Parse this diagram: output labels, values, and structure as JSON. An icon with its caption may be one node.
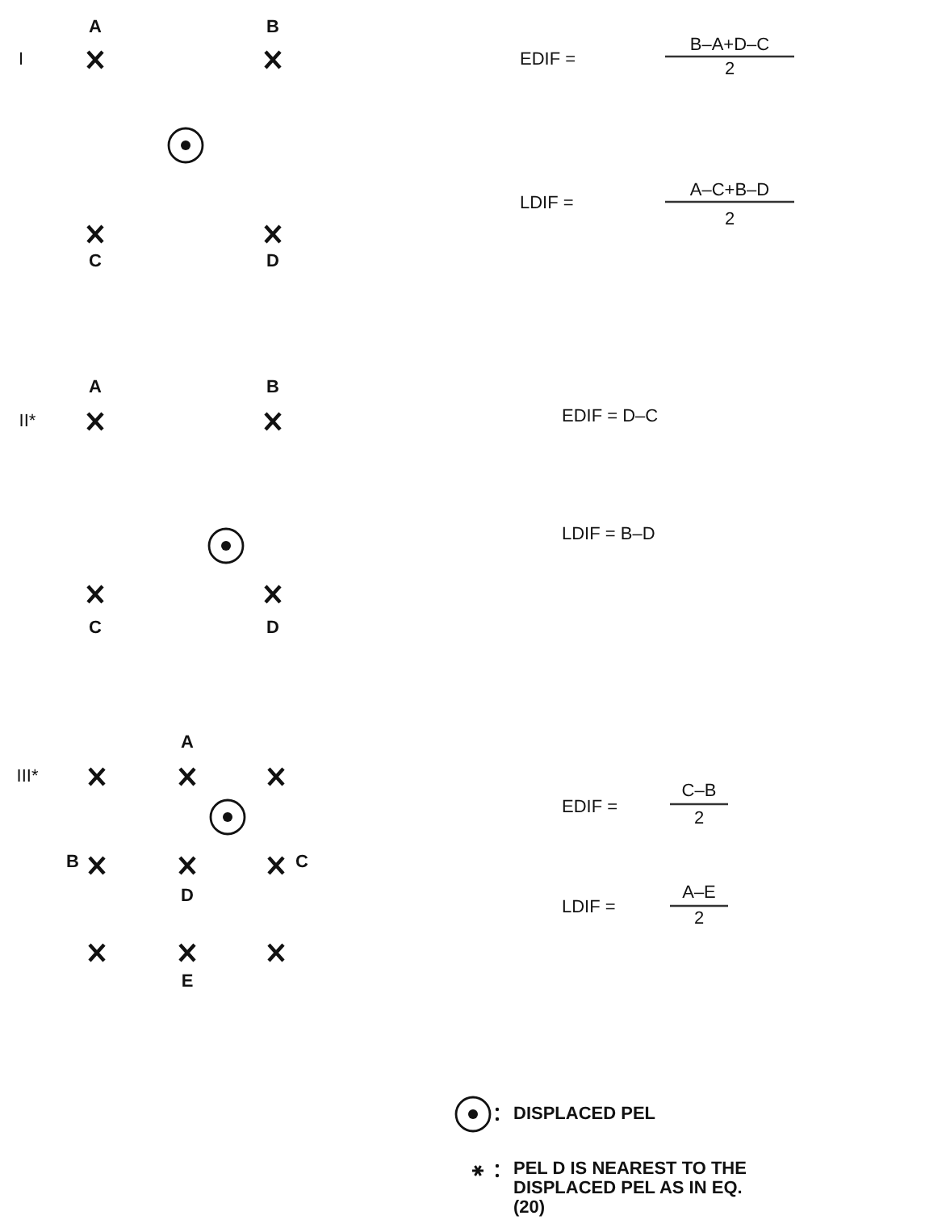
{
  "diagram": {
    "labels": [
      "A",
      "B",
      "I",
      "EDIF =",
      "B–A+D–C",
      "2",
      "LDIF =",
      "A–C+B–D",
      "2",
      "C",
      "D",
      "A",
      "B",
      "II*",
      "EDIF = D–C",
      "LDIF = B–D",
      "C",
      "D",
      "A",
      "III*",
      "EDIF =",
      "C–B",
      "2",
      "B",
      "C",
      "D",
      "LDIF =",
      "A–E",
      "2",
      "E"
    ],
    "legend": [
      {
        "text": "DISPLACED PEL"
      },
      {
        "text": "PEL D IS NEAREST TO THE DISPLACED PEL AS IN EQ. (20)"
      }
    ]
  }
}
